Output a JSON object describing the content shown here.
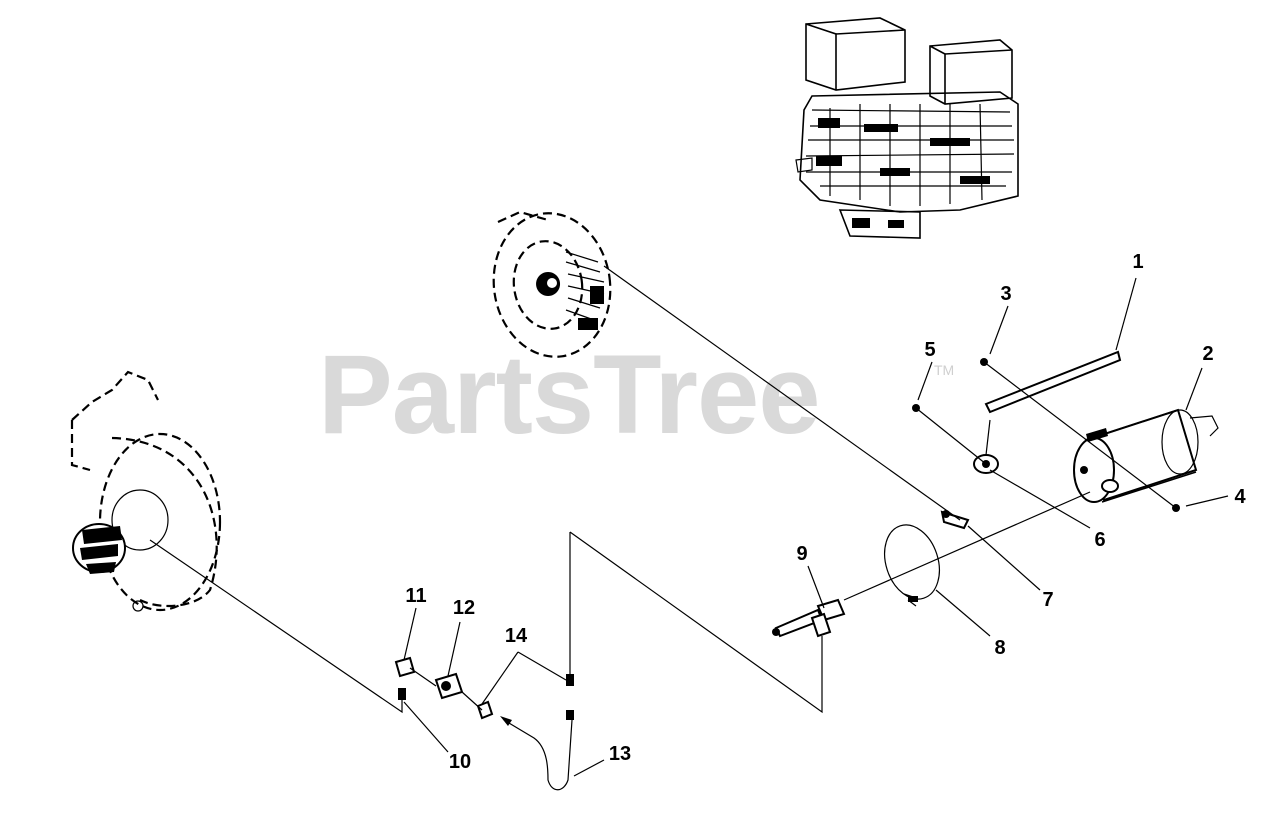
{
  "watermark": {
    "text": "PartsTree",
    "tm": "TM"
  },
  "callouts": [
    {
      "id": "callout-1",
      "label": "1"
    },
    {
      "id": "callout-2",
      "label": "2"
    },
    {
      "id": "callout-3",
      "label": "3"
    },
    {
      "id": "callout-4",
      "label": "4"
    },
    {
      "id": "callout-5",
      "label": "5"
    },
    {
      "id": "callout-6",
      "label": "6"
    },
    {
      "id": "callout-7",
      "label": "7"
    },
    {
      "id": "callout-8",
      "label": "8"
    },
    {
      "id": "callout-9",
      "label": "9"
    },
    {
      "id": "callout-10",
      "label": "10"
    },
    {
      "id": "callout-11",
      "label": "11"
    },
    {
      "id": "callout-12",
      "label": "12"
    },
    {
      "id": "callout-13",
      "label": "13"
    },
    {
      "id": "callout-14",
      "label": "14"
    }
  ],
  "icons": {
    "engine": "engine-icon",
    "blower_housing": "blower-housing-icon",
    "recoil_starter": "recoil-starter-icon",
    "muffler": "muffler-icon"
  }
}
